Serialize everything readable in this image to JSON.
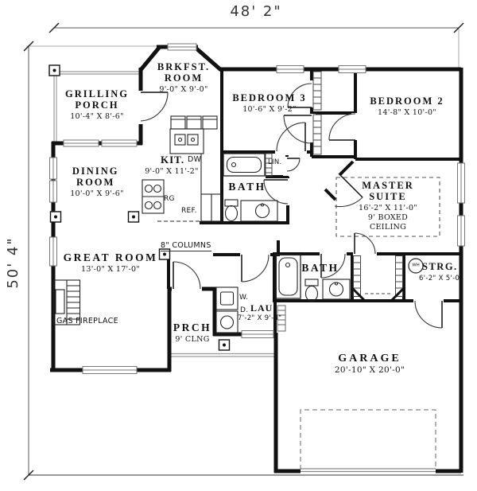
{
  "dims": {
    "width": "48' 2\"",
    "height": "50' 4\""
  },
  "rooms": {
    "grilling_porch": {
      "name": "GRILLING PORCH",
      "size": "10'-4\" X 8'-6\""
    },
    "brkfst_room": {
      "name": "BRKFST. ROOM",
      "size": "9'-0\" X 9'-0\""
    },
    "bedroom3": {
      "name": "BEDROOM 3",
      "size": "10'-6\" X 9'-2\""
    },
    "bedroom2": {
      "name": "BEDROOM 2",
      "size": "14'-8\" X 10'-0\""
    },
    "kitchen": {
      "name": "KIT.",
      "size": "9'-0\" X 11'-2\""
    },
    "dining_room": {
      "name": "DINING ROOM",
      "size": "10'-0\" X 9'-6\""
    },
    "bath_main": {
      "name": "BATH"
    },
    "linen": {
      "name": "LIN."
    },
    "master_suite": {
      "name": "MASTER SUITE",
      "size": "16'-2\" X 11'-0\"",
      "ceiling": "9' BOXED CEILING"
    },
    "great_room": {
      "name": "GREAT ROOM",
      "size": "13'-0\" X 17'-0\""
    },
    "laundry": {
      "name": "LAU.",
      "size": "7'-2\" X 9'-4\""
    },
    "bath_hall": {
      "name": "BATH"
    },
    "storage": {
      "name": "STRG.",
      "size": "6'-2\" X 5'-0\""
    },
    "porch": {
      "name": "PRCH",
      "ceiling": "9' CLNG"
    },
    "garage": {
      "name": "GARAGE",
      "size": "20'-10\" X 20'-0\""
    }
  },
  "labels": {
    "gas_fireplace": "GAS FIREPLACE",
    "columns": "8\" COLUMNS",
    "range": "RG",
    "refrigerator": "REF.",
    "dishwasher": "DW",
    "washer": "W.",
    "dryer": "D.",
    "water_heater": "WH"
  }
}
